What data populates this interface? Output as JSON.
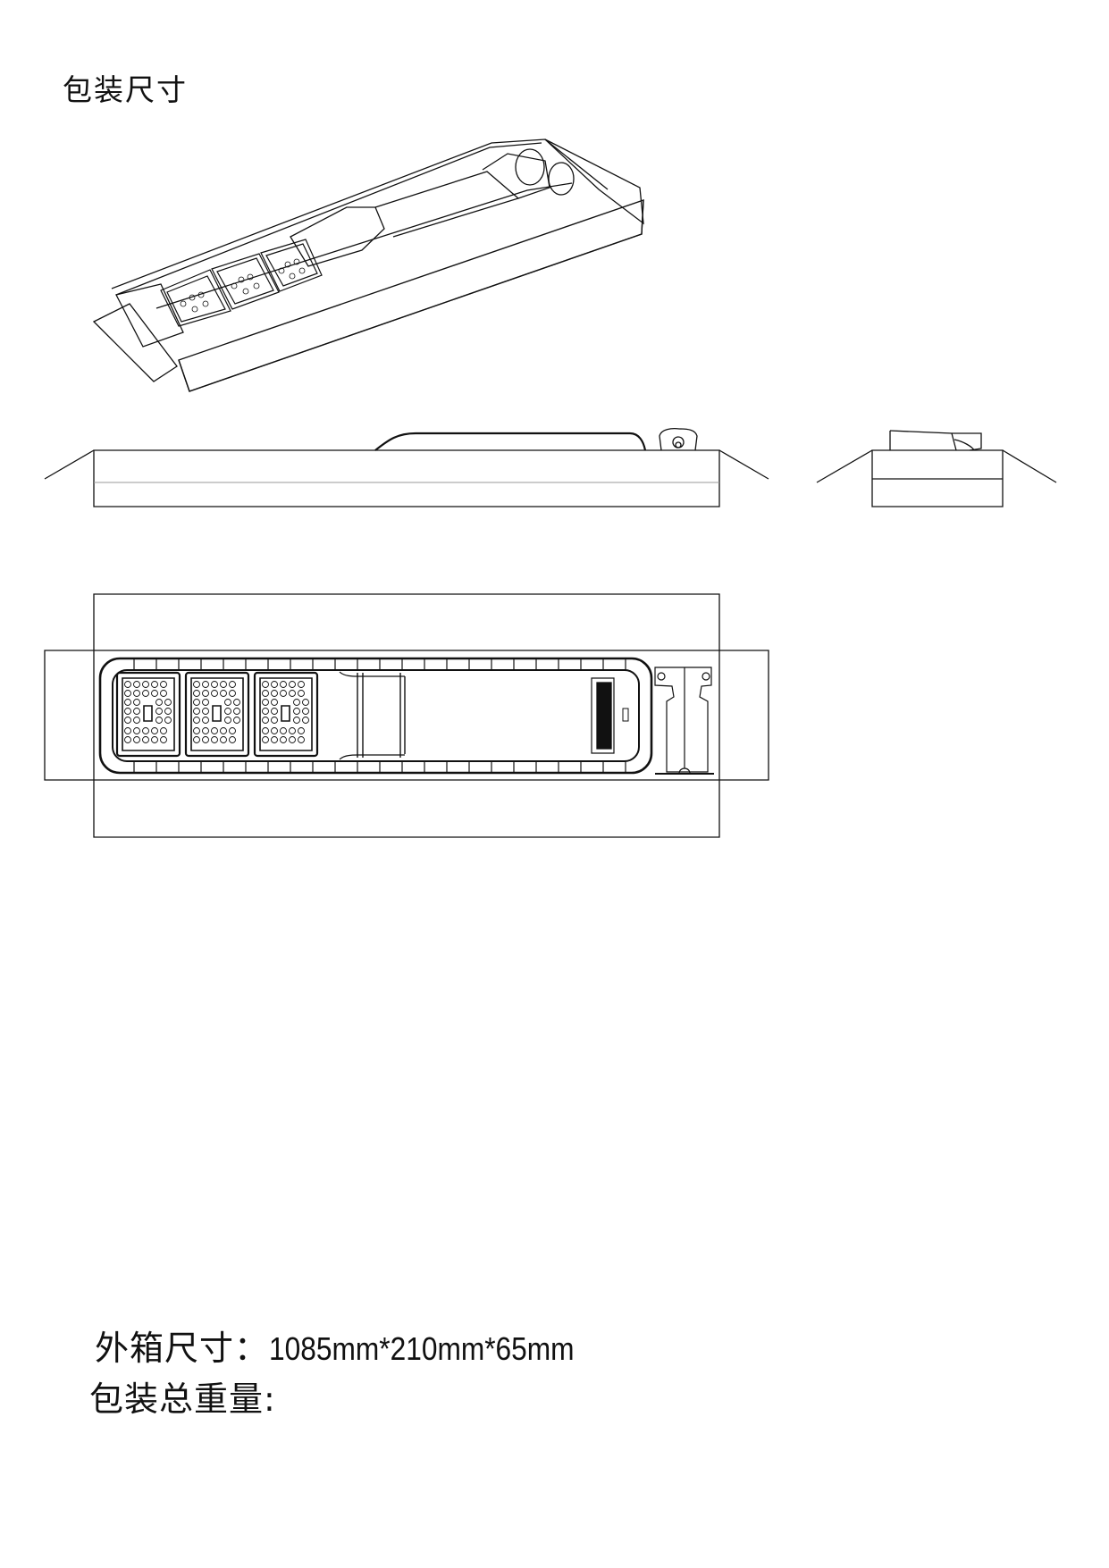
{
  "document": {
    "title": "包装尺寸",
    "views": {
      "isometric": "isometric-view-open-box",
      "front": "front-elevation-view",
      "side": "side-elevation-view",
      "top": "top-plan-view"
    },
    "led_modules_count": 3,
    "specs": {
      "outer_box_label": "外箱尺寸：",
      "outer_box_value": "1085mm*210mm*65mm",
      "gross_weight_label": "包装总重量:",
      "gross_weight_value": ""
    }
  }
}
